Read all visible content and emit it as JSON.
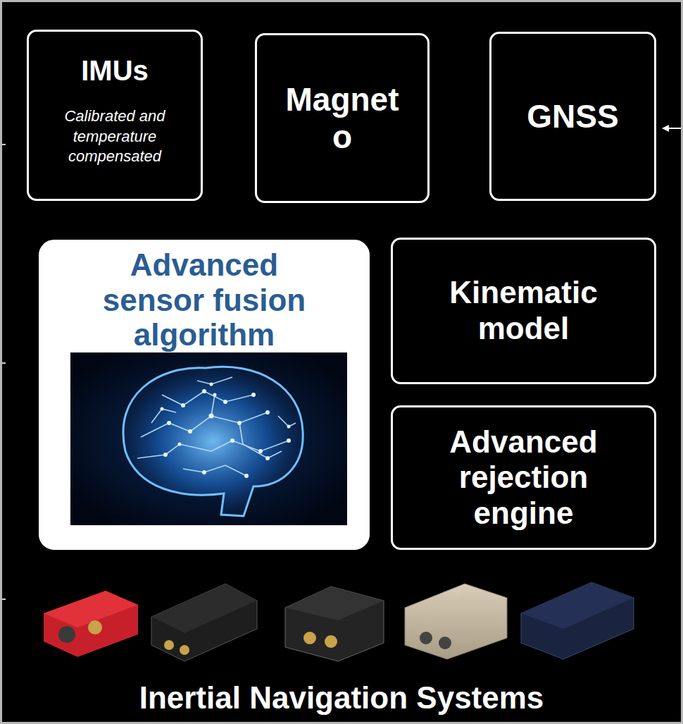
{
  "diagram": {
    "nodes": [
      {
        "text": [
          "Inertial Navigation Systems"
        ]
      },
      {
        "text": [
          "IMUs",
          "Calibrated and temperature compensated"
        ],
        "in": 0
      },
      {
        "text": [
          "Magnet o"
        ],
        "in": 0
      },
      {
        "text": [
          "GNSS"
        ],
        "in": 0
      },
      {
        "text": [
          "Advanced sensor fusion algorithm"
        ],
        "in": 0
      },
      {
        "text": [
          "Kinematic model"
        ],
        "in": 0
      },
      {
        "text": [
          "Advanced rejection engine"
        ],
        "in": 0
      }
    ]
  }
}
